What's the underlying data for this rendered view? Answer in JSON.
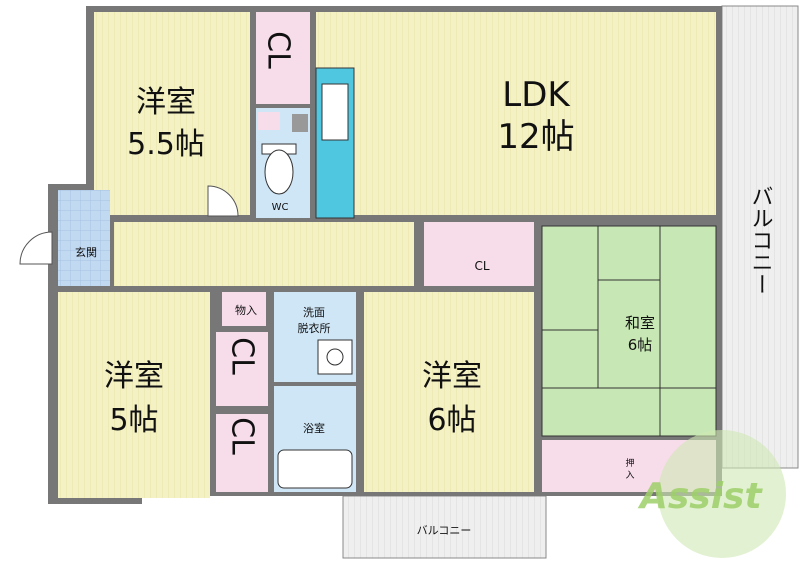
{
  "rooms": {
    "western1": {
      "name": "洋室",
      "size": "5.5帖"
    },
    "ldk": {
      "name": "LDK",
      "size": "12帖"
    },
    "western2": {
      "name": "洋室",
      "size": "5帖"
    },
    "western3": {
      "name": "洋室",
      "size": "6帖"
    },
    "washitsu": {
      "name": "和室",
      "size": "6帖"
    }
  },
  "labels": {
    "cl_top": "CL",
    "cl_mid": "CL",
    "cl_bottom": "CL",
    "cl_wide": "CL",
    "wc": "WC",
    "genkan": "玄関",
    "monoire": "物入",
    "senmen_1": "洗面",
    "senmen_2": "脱衣所",
    "yokushitsu": "浴室",
    "oshiire_1": "押",
    "oshiire_2": "入",
    "balcony_right": "バルコニー",
    "balcony_bottom": "バルコニー"
  },
  "watermark": "Assist",
  "colors": {
    "floor_yellow": "#f4f1c4",
    "closet_pink": "#f7dcea",
    "tatami_green": "#c7e8b5",
    "bath_blue": "#cfe6f7",
    "genkan_blue": "#c2d9f2",
    "wall": "#555555",
    "balcony_gray": "#eeeeee",
    "kitchen_cyan": "#4fc7e0",
    "watermark_green": "#9fd06a"
  }
}
